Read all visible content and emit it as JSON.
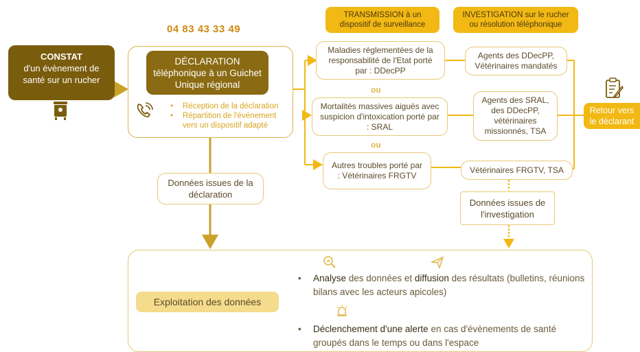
{
  "phone_number": "04 83 43 33 49",
  "constat": {
    "title": "CONSTAT",
    "text": "d'un évènement de santé sur un rucher"
  },
  "declaration": {
    "title": "DÉCLARATION téléphonique à un Guichet Unique régional",
    "bullets": [
      "Réception de la déclaration",
      "Répartition de l'événement vers un dispositif adapté"
    ]
  },
  "headers": {
    "transmission": "TRANSMISSION à un dispositif de surveillance",
    "investigation": "INVESTIGATION sur le rucher ou résolution téléphonique"
  },
  "dispositifs": [
    "Maladies réglementées de la responsabilité de l'Etat porté par : DDecPP",
    "Mortalités massives aiguës avec suspicion d'intoxication porté par : SRAL",
    "Autres troubles porté par : Vétérinaires FRGTV"
  ],
  "ou_label": "ou",
  "investigateurs": [
    "Agents des DDecPP, Vétérinaires mandatés",
    "Agents des SRAL, des DDecPP, vétérinaires missionnés, TSA",
    "Vétérinaires FRGTV, TSA"
  ],
  "retour": "Retour vers le déclarant",
  "donnees_declaration": "Données issues de la déclaration",
  "donnees_investigation": "Données issues de l'investigation",
  "exploitation": {
    "label": "Exploitation des données",
    "item1": {
      "bold1": "Analyse",
      "mid": " des données et ",
      "bold2": "diffusion",
      "rest": " des résultats (bulletins, réunions bilans avec les acteurs apicoles)"
    },
    "item2": {
      "bold1": "Déclenchement d'une alerte",
      "rest": " en cas d'évènements de santé groupés dans le temps ou dans l'espace"
    }
  },
  "colors": {
    "gold": "#c9a227",
    "yellow": "#f2b813",
    "brown": "#7a5c0d",
    "dark_brown": "#5e4a12",
    "border": "#e8c877"
  }
}
